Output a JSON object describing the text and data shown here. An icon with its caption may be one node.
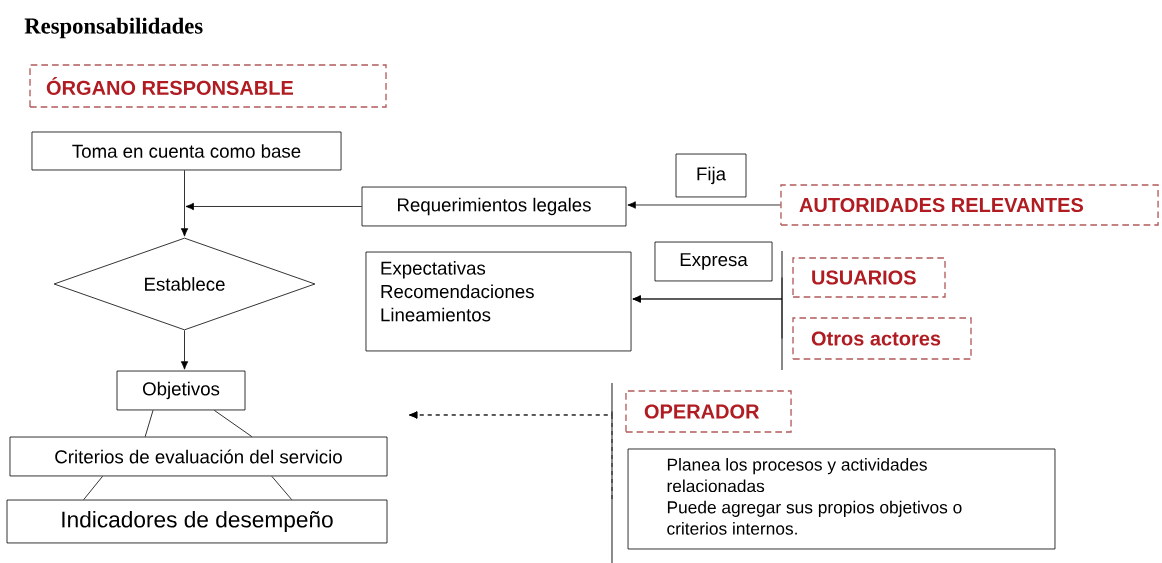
{
  "diagram": {
    "title": "Responsabilidades",
    "nodes": [
      {
        "text": [
          "ÓRGANO RESPONSABLE"
        ]
      },
      {
        "text": [
          "Toma en cuenta como base"
        ]
      },
      {
        "text": [
          "Fija"
        ]
      },
      {
        "text": [
          "Requerimientos legales"
        ]
      },
      {
        "text": [
          "AUTORIDADES RELEVANTES"
        ]
      },
      {
        "text": [
          "Establece"
        ]
      },
      {
        "text": [
          "Expectativas",
          "Recomendaciones",
          "Lineamientos"
        ]
      },
      {
        "text": [
          "Expresa"
        ]
      },
      {
        "text": [
          "USUARIOS"
        ]
      },
      {
        "text": [
          "Otros actores"
        ]
      },
      {
        "text": [
          "Objetivos"
        ]
      },
      {
        "text": [
          "OPERADOR"
        ]
      },
      {
        "text": [
          "Criterios de evaluación del servicio"
        ]
      },
      {
        "text": [
          "Planea los procesos y actividades relacionadas",
          "Puede agregar sus propios objetivos o criterios internos."
        ]
      },
      {
        "text": [
          "Indicadores de desempeño"
        ]
      }
    ],
    "edges": [
      {
        "from": 1,
        "to": 5,
        "arrow": "to"
      },
      {
        "from": 3,
        "to": 5,
        "arrow": "to"
      },
      {
        "from": 4,
        "to": 3,
        "arrow": "to"
      },
      {
        "from": 8,
        "to": 6,
        "arrow": "to"
      },
      {
        "from": 9,
        "to": 6,
        "arrow": "to"
      },
      {
        "from": 5,
        "to": 10,
        "arrow": "to"
      },
      {
        "from": 10,
        "to": 12,
        "arrow": "none"
      },
      {
        "from": 10,
        "to": 12,
        "arrow": "none"
      },
      {
        "from": 12,
        "to": 14,
        "arrow": "none"
      },
      {
        "from": 12,
        "to": 14,
        "arrow": "none"
      },
      {
        "from": 11,
        "to": null,
        "arrow": "to",
        "style": "dashed"
      },
      {
        "from": 13,
        "to": null,
        "arrow": "to",
        "style": "dashed"
      }
    ]
  }
}
